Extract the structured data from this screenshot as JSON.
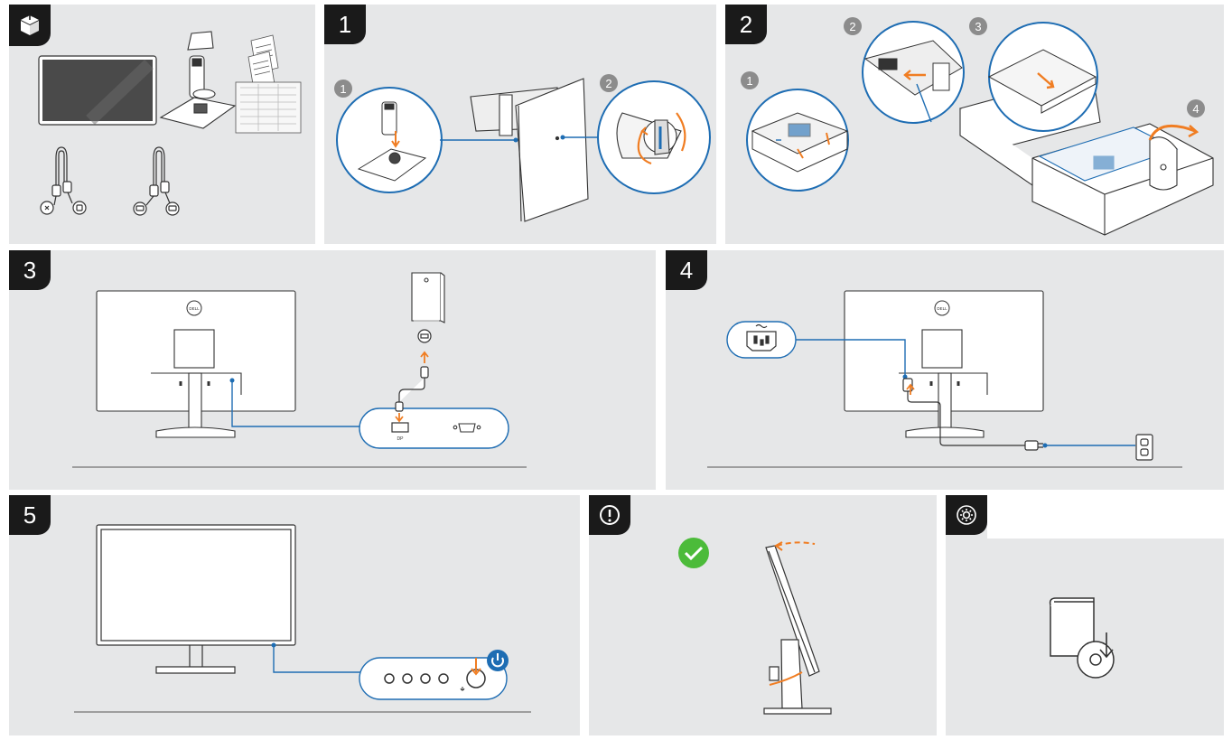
{
  "colors": {
    "panel_bg": "#e6e7e8",
    "step_tab": "#1a1a1a",
    "accent_blue": "#1e6db3",
    "arrow_orange": "#f07d22",
    "check_green": "#4cbb3a",
    "power_blue": "#1e6db3"
  },
  "steps": {
    "s1": "1",
    "s2": "2",
    "s3": "3",
    "s4": "4",
    "s5": "5"
  },
  "callouts": {
    "s1_a": "1",
    "s1_b": "2",
    "s2_a": "1",
    "s2_b": "2",
    "s2_c": "3",
    "s2_d": "4"
  },
  "monitor_logo": "DELL",
  "port_labels": {
    "step3_dp": "DP"
  },
  "icons": {
    "box": "box-open-icon",
    "warning": "exclamation-icon",
    "settings": "gear-icon",
    "check": "check-icon",
    "power": "power-icon",
    "manual": "manual-download-icon"
  }
}
